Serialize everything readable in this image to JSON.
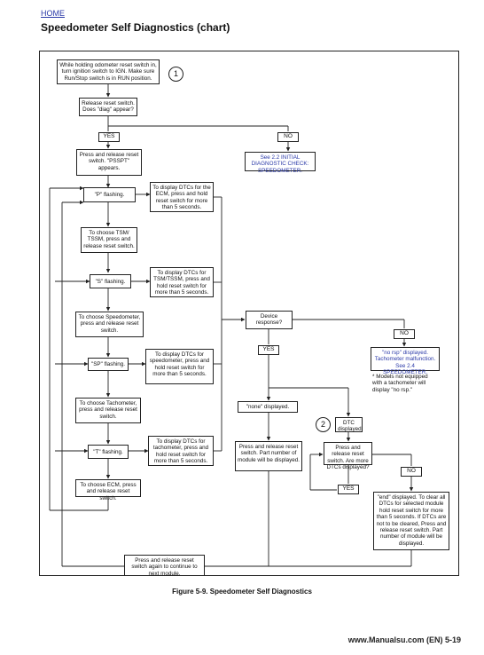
{
  "header": {
    "home_link": "HOME",
    "title": "Speedometer Self Diagnostics (chart)"
  },
  "boxes": {
    "start": "While holding odometer reset switch in, turn ignition switch to IGN. Make sure Run/Stop switch is in RUN position.",
    "release": "Release reset switch. Does \"diag\" appear?",
    "yes1": "YES",
    "no1": "NO",
    "press_release": "Press and release reset switch. \"PSSPT\" appears.",
    "see22": "See 2.2 INITIAL DIAGNOSTIC CHECK: SPEEDOMETER.",
    "p_flash": "\"P\" flashing.",
    "dtc_ecm": "To display DTCs for the ECM, press and hold reset switch for more than 5 seconds.",
    "choose_tsm": "To choose TSM/ TSSM, press and release reset switch.",
    "s_flash": "\"S\" flashing.",
    "dtc_tsm": "To display DTCs for TSM/TSSM, press and hold reset switch for more than 5 seconds.",
    "choose_speedo": "To choose Speedometer, press and release reset switch.",
    "device_resp": "Device response?",
    "yes2": "YES",
    "no2": "NO",
    "sp_flash": "\"SP\" flashing.",
    "dtc_speedo": "To display DTCs for speedometer, press and hold reset switch for more than 5 seconds.",
    "no_rsp": "\"no rsp\" displayed. Tachometer malfunction. See 2.4 SPEEDOMETER.",
    "models_note": "*  Models not equipped\n   with a tachometer will\n   display \"no rsp.\"",
    "choose_tach": "To choose Tachometer, press and release reset switch.",
    "none_disp": "\"none\" displayed.",
    "dtc_disp": "DTC displayed.",
    "t_flash": "\"T\" flashing.",
    "dtc_tach": "To display DTCs for tachometer, press and hold reset switch for more than 5 seconds.",
    "press_part": "Press and release reset switch. Part number of module will be displayed.",
    "more_dtcs": "Press and release reset switch. Are more DTCs displayed?",
    "no3": "NO",
    "yes3": "YES",
    "choose_ecm": "To choose ECM, press and release reset switch.",
    "end_disp": "\"end\" displayed. To clear all DTCs for selected module hold reset switch for more than 5 seconds. If DTCs are not to be cleared, Press and release reset switch. Part number of module will be displayed.",
    "press_again": "Press and release reset switch again to continue to next module."
  },
  "circles": {
    "one": "1",
    "two": "2"
  },
  "caption": "Figure 5-9. Speedometer Self Diagnostics",
  "footer": "www.Manualsu.com (EN) 5-19"
}
